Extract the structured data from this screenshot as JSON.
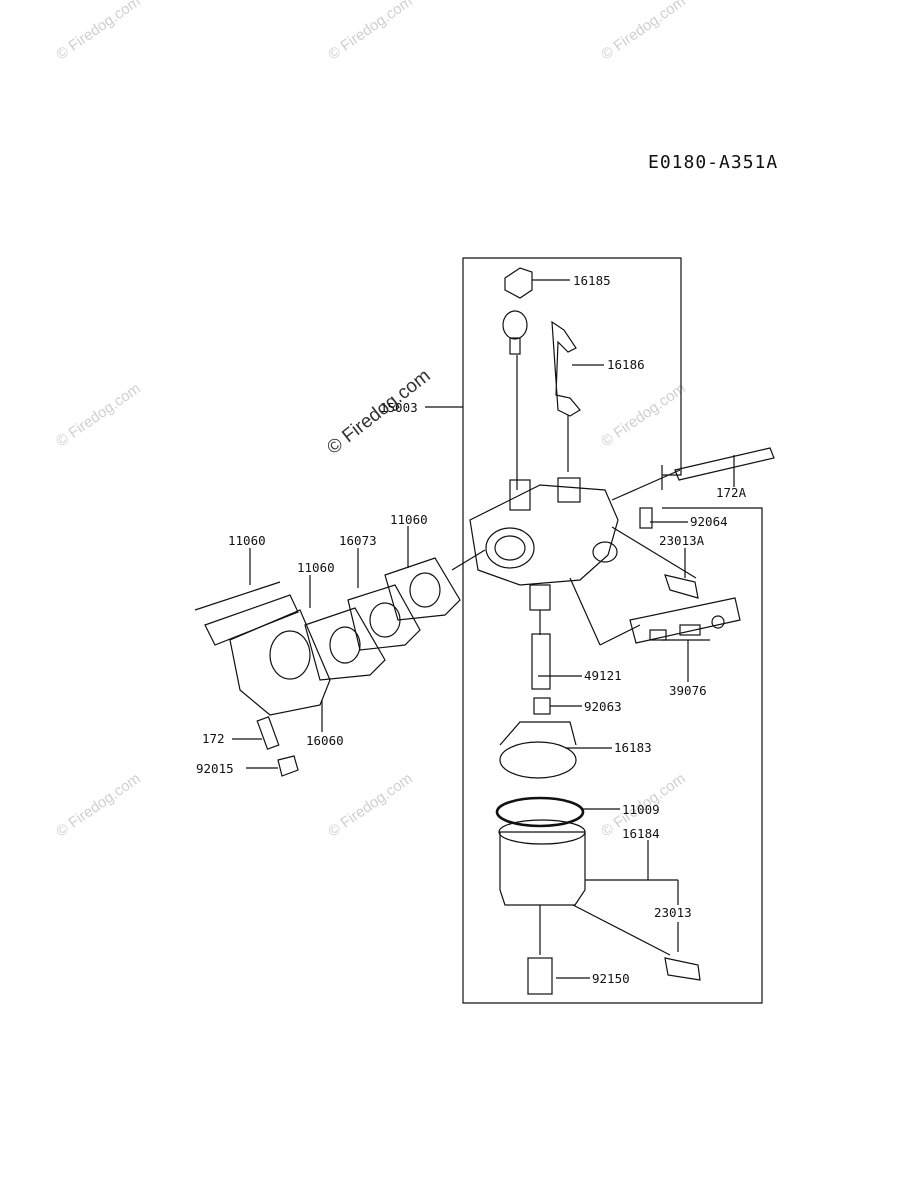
{
  "diagram_code": "E0180-A351A",
  "watermark": "© Firedog.com",
  "parts": {
    "p16185": "16185",
    "p16186": "16186",
    "p15003": "15003",
    "p172A": "172A",
    "p92064": "92064",
    "p23013A": "23013A",
    "p11060a": "11060",
    "p11060b": "11060",
    "p11060c": "11060",
    "p16073": "16073",
    "p49121": "49121",
    "p39076": "39076",
    "p92063": "92063",
    "p172": "172",
    "p16060": "16060",
    "p92015": "92015",
    "p16183": "16183",
    "p11009": "11009",
    "p16184": "16184",
    "p23013": "23013",
    "p92150": "92150"
  }
}
